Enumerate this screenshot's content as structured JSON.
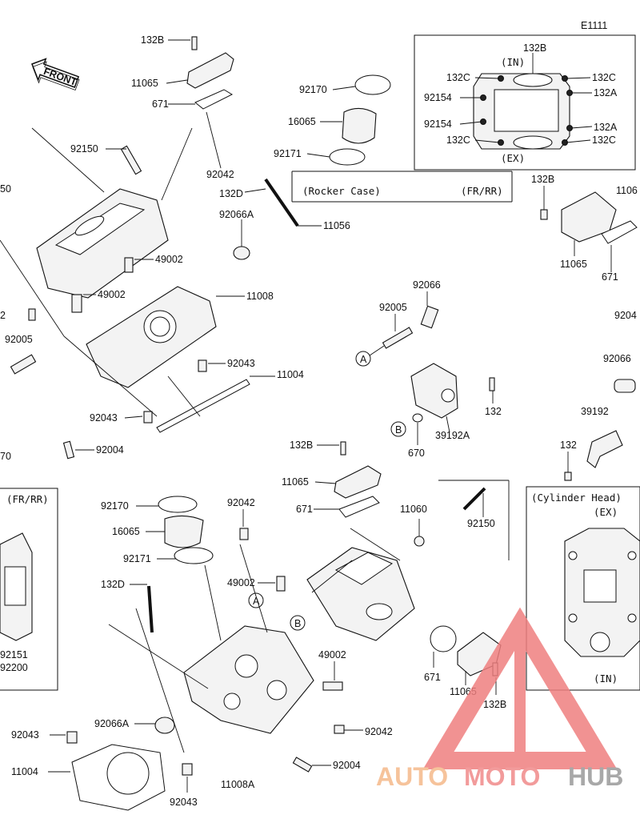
{
  "diagram_id": "E1111",
  "front_label": "FRONT",
  "insets": {
    "rocker_case": {
      "title": "(Rocker Case)",
      "variant": "(FR/RR)",
      "in_label": "(IN)",
      "ex_label": "(EX)"
    },
    "cylinder_head": {
      "title": "(Cylinder Head)",
      "ex_label": "(EX)",
      "in_label": "(IN)"
    },
    "left_inset": {
      "variant": "(FR/RR)",
      "parts": [
        "92151",
        "92200"
      ]
    }
  },
  "labels": {
    "p132B_top": "132B",
    "p11065_top": "11065",
    "p671_top": "671",
    "p92150_top": "92150",
    "p92042_top": "92042",
    "p92170_top": "92170",
    "p16065_top": "16065",
    "p92171_top": "92171",
    "p132D_top": "132D",
    "p11056": "11056",
    "p92066A_top": "92066A",
    "p49002_a": "49002",
    "p49002_b": "49002",
    "p11008": "11008",
    "p92043_a": "92043",
    "p11004_top": "11004",
    "p92043_b": "92043",
    "p92004_top": "92004",
    "p92005_left": "92005",
    "p2_left": "2",
    "p70_left": "70",
    "p50_left": "50",
    "r132B": "132B",
    "r132C_1": "132C",
    "r132C_2": "132C",
    "r132C_3": "132C",
    "r132C_4": "132C",
    "r132A_1": "132A",
    "r132A_2": "132A",
    "r92154_1": "92154",
    "r92154_2": "92154",
    "p92066_mid": "92066",
    "p92005_mid": "92005",
    "p132_mid": "132",
    "p39192A": "39192A",
    "p670_mid": "670",
    "p132B_r": "132B",
    "p11065_r": "11065",
    "p671_r": "671",
    "p92066_r": "92066",
    "p39192_r": "39192",
    "p132_r": "132",
    "p92042_r": "9204",
    "p1106_r": "1106",
    "p132B_mid": "132B",
    "p11065_mid": "11065",
    "p671_mid": "671",
    "p11060": "11060",
    "p92150_mid": "92150",
    "p92170_low": "92170",
    "p16065_low": "16065",
    "p92171_low": "92171",
    "p92042_low": "92042",
    "p132D_low": "132D",
    "p49002_low": "49002",
    "p49002_low2": "49002",
    "p671_low": "671",
    "p11065_low": "11065",
    "p132B_low": "132B",
    "p92066A_low": "92066A",
    "p92042_low2": "92042",
    "p92043_low": "92043",
    "p11004_low": "11004",
    "p92043_low2": "92043",
    "p11008A": "11008A",
    "p92004_low": "92004",
    "ref_A": "A",
    "ref_B": "B"
  },
  "watermark": {
    "part1": "AUTO",
    "part2": "MOTO",
    "part3": "HUB",
    "color1": "#f5b98a",
    "color2": "#f08a8a",
    "color3": "#9a9a9a"
  }
}
